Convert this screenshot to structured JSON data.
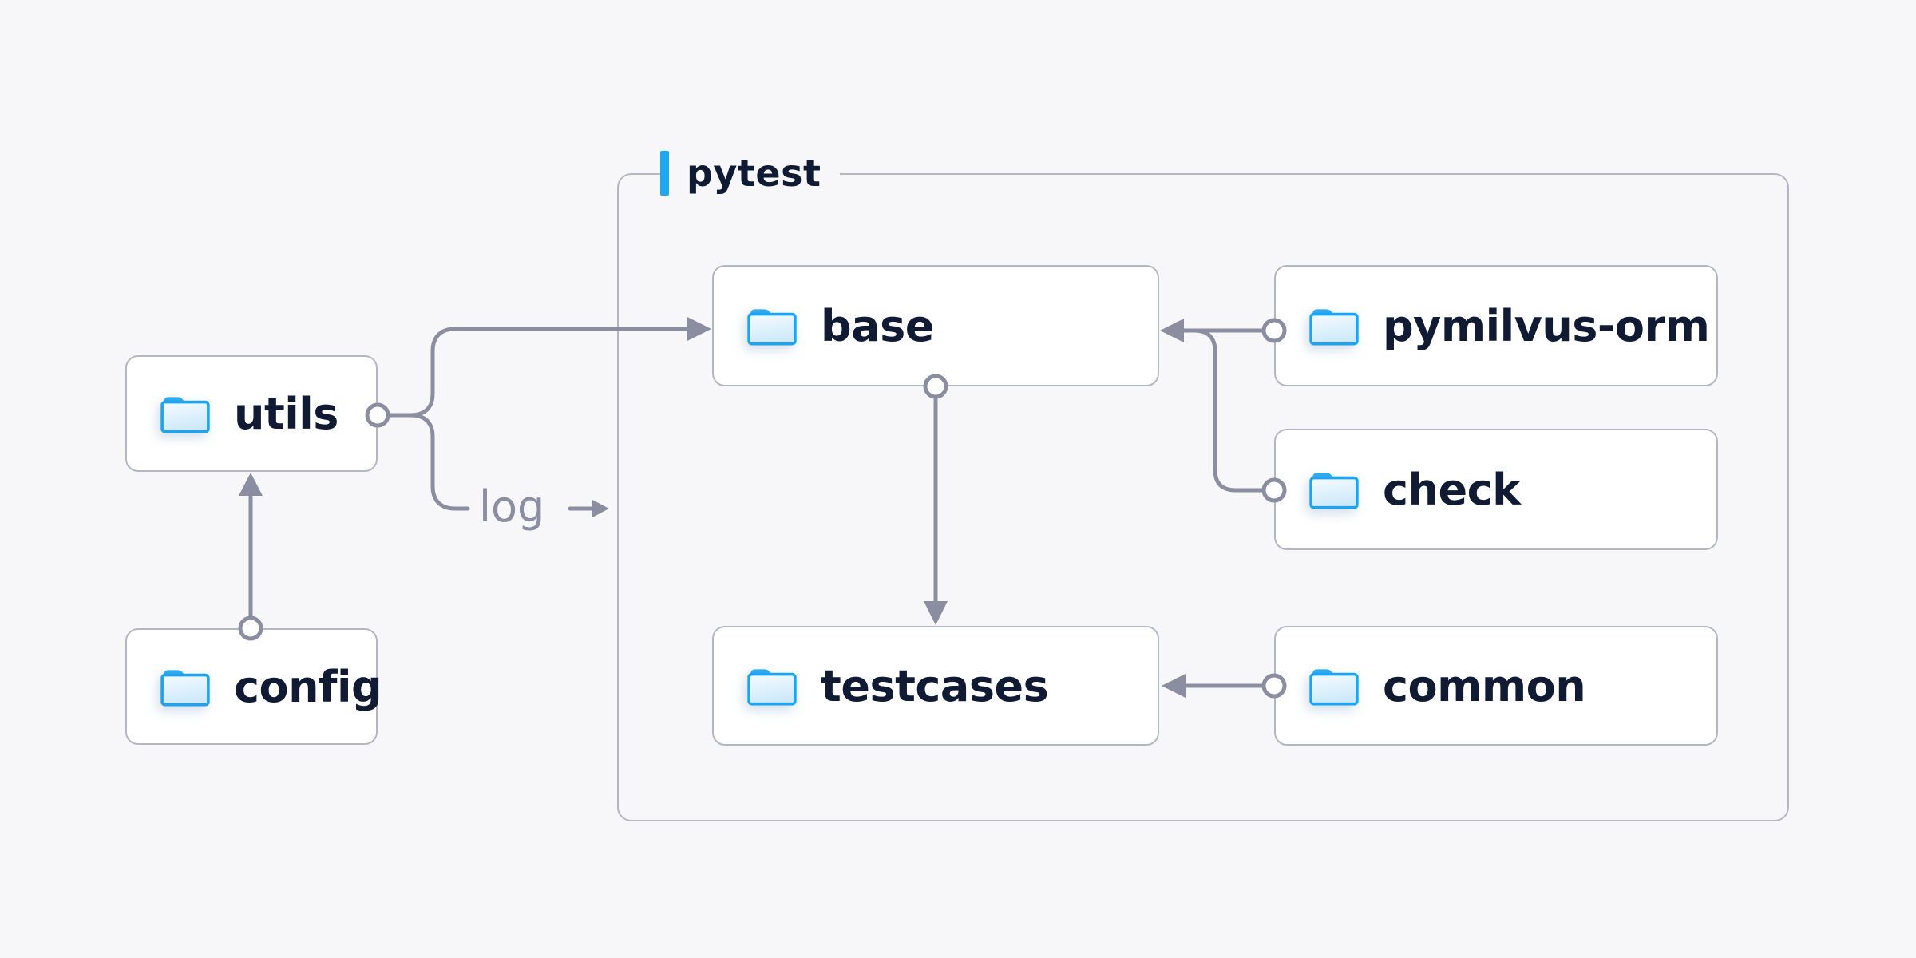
{
  "group": {
    "label": "pytest",
    "accent_color": "#1ca9f1"
  },
  "nodes": {
    "utils": {
      "label": "utils",
      "icon": "folder-icon"
    },
    "config": {
      "label": "config",
      "icon": "folder-icon"
    },
    "base": {
      "label": "base",
      "icon": "folder-icon"
    },
    "pymilvus_orm": {
      "label": "pymilvus-orm",
      "icon": "folder-icon"
    },
    "check": {
      "label": "check",
      "icon": "folder-icon"
    },
    "testcases": {
      "label": "testcases",
      "icon": "folder-icon"
    },
    "common": {
      "label": "common",
      "icon": "folder-icon"
    }
  },
  "annotations": {
    "log_label": "log"
  },
  "edges": [
    {
      "from": "config",
      "to": "utils",
      "type": "arrow"
    },
    {
      "from": "utils",
      "to": "base",
      "type": "arrow"
    },
    {
      "from": "utils",
      "to": "log",
      "type": "labeled-arrow",
      "label": "log"
    },
    {
      "from": "base",
      "to": "testcases",
      "type": "arrow"
    },
    {
      "from": "pymilvus-orm",
      "to": "base",
      "type": "arrow"
    },
    {
      "from": "check",
      "to": "base",
      "type": "arrow"
    },
    {
      "from": "common",
      "to": "testcases",
      "type": "arrow"
    }
  ],
  "colors": {
    "background": "#f7f7f9",
    "node_fill": "#ffffff",
    "node_border": "#b5b6c4",
    "node_text": "#101b33",
    "connector": "#8b8da0",
    "accent_blue": "#1ca9f1",
    "folder_blue": "#22a5ee"
  }
}
